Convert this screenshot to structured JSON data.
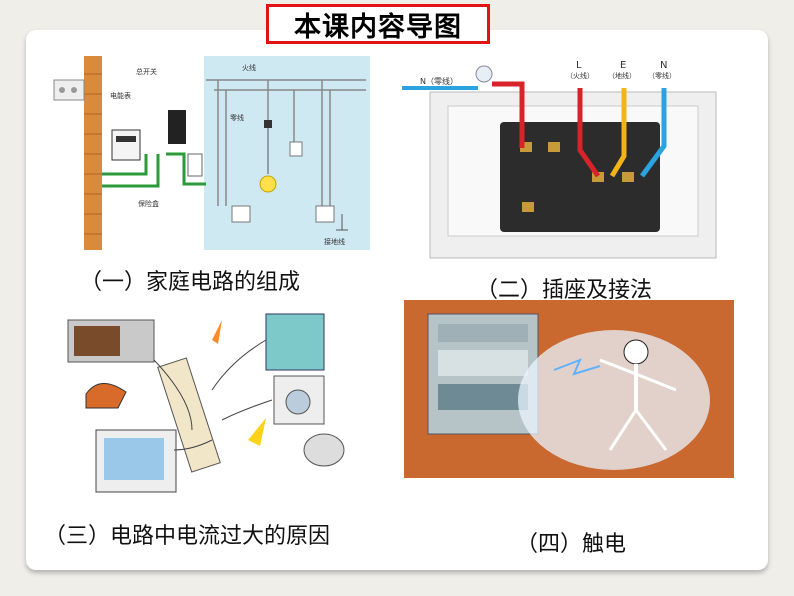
{
  "title": "本课内容导图",
  "captions": {
    "home_circuit": "（一）家庭电路的组成",
    "socket": "（二）插座及接法",
    "overload": "（三）电路中电流过大的原因",
    "shock": "（四）触电"
  },
  "diagram1_labels": {
    "meter": "电能表",
    "main_switch": "总开关",
    "fuse_box": "保险盒",
    "live": "火线",
    "neutral": "零线",
    "ground": "接地线"
  },
  "socket_labels": {
    "n_left": "N（零线）",
    "l": "L",
    "l_sub": "（火线）",
    "e": "E",
    "e_sub": "（地线）",
    "n": "N",
    "n_sub": "（零线）"
  },
  "colors": {
    "title_border": "#e01414",
    "live": "#d8232a",
    "neutral": "#2aa3df",
    "earth": "#f2b418"
  }
}
